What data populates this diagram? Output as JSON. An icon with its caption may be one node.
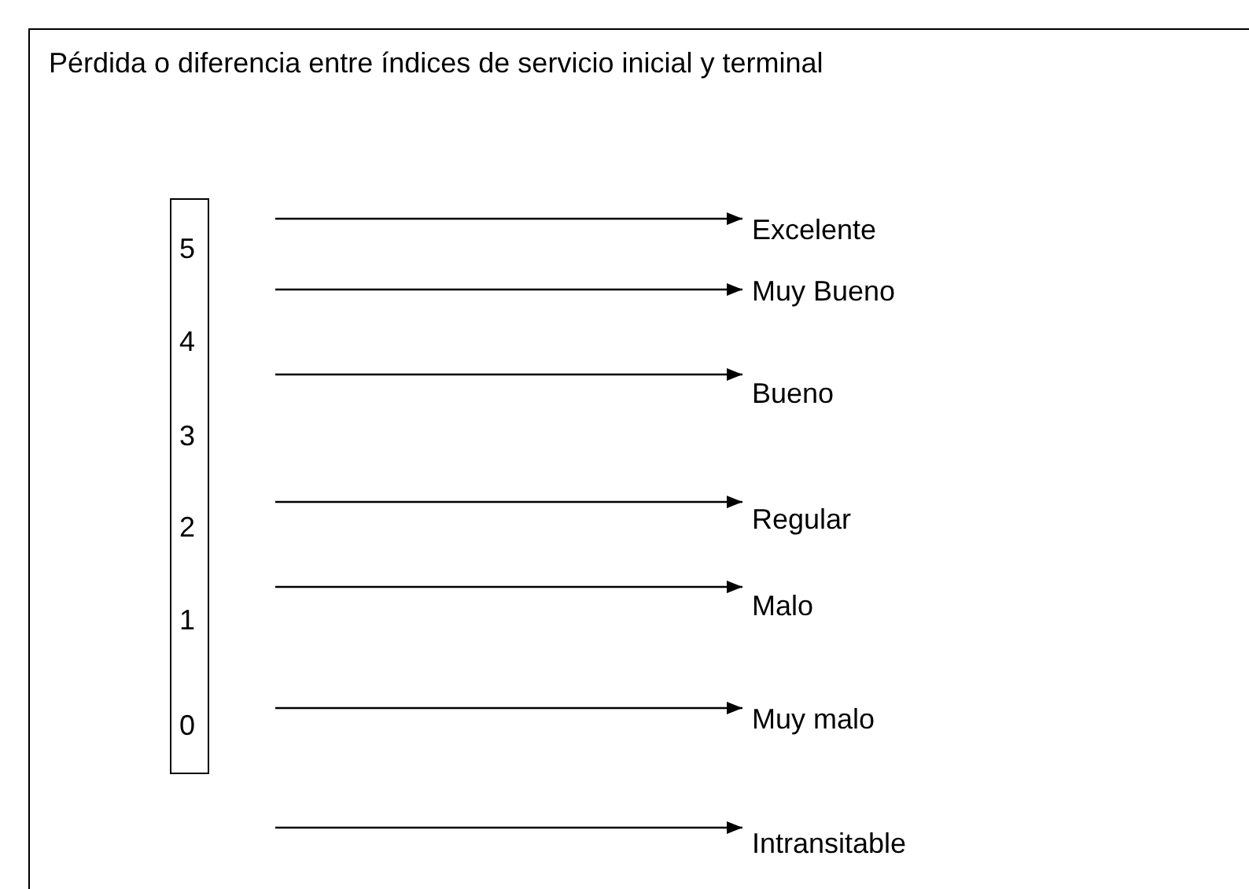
{
  "diagram": {
    "title": "Pérdida o diferencia entre índices de servicio inicial y terminal",
    "nodes": [
      {
        "text": [
          "5",
          "4",
          "3",
          "2",
          "1",
          "0"
        ]
      },
      {
        "text": [
          "Excelente"
        ]
      },
      {
        "text": [
          "Muy Bueno"
        ]
      },
      {
        "text": [
          "Bueno"
        ]
      },
      {
        "text": [
          "Regular"
        ]
      },
      {
        "text": [
          "Malo"
        ]
      },
      {
        "text": [
          "Muy malo"
        ]
      },
      {
        "text": [
          "Intransitable"
        ]
      }
    ],
    "edges": [
      {
        "from": null,
        "to": 1,
        "arrow": "to"
      },
      {
        "from": null,
        "to": 2,
        "arrow": "to"
      },
      {
        "from": null,
        "to": 3,
        "arrow": "to"
      },
      {
        "from": null,
        "to": 4,
        "arrow": "to"
      },
      {
        "from": null,
        "to": 5,
        "arrow": "to"
      },
      {
        "from": null,
        "to": 6,
        "arrow": "to"
      },
      {
        "from": null,
        "to": 7,
        "arrow": "to"
      }
    ]
  }
}
